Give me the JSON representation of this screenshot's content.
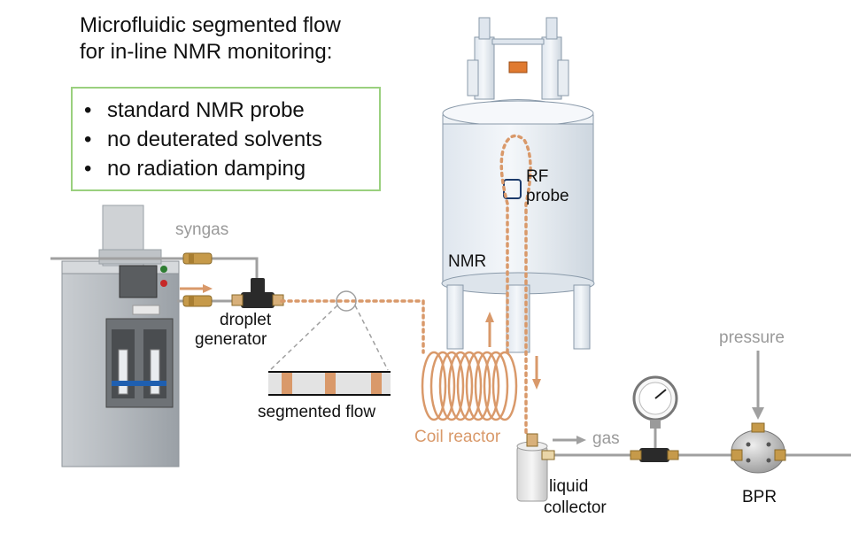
{
  "title": {
    "line1": "Microfluidic segmented flow",
    "line2": "for in-line NMR monitoring:"
  },
  "features": [
    "standard NMR probe",
    "no deuterated solvents",
    "no radiation damping"
  ],
  "labels": {
    "syngas": "syngas",
    "droplet_generator_1": "droplet",
    "droplet_generator_2": "generator",
    "segmented_flow": "segmented flow",
    "nmr": "NMR",
    "rf_probe_1": "RF",
    "rf_probe_2": "probe",
    "coil_reactor": "Coil reactor",
    "gas": "gas",
    "liquid_collector_1": "liquid",
    "liquid_collector_2": "collector",
    "pressure": "pressure",
    "bpr": "BPR"
  },
  "colors": {
    "text": "#111111",
    "muted_label": "#9a9a9a",
    "orange_flow": "#d9996a",
    "feature_border": "#9ad07e",
    "tubing": "#a0a0a0",
    "magnet_body": "#e9eef3",
    "magnet_outline": "#8a9aaa"
  }
}
